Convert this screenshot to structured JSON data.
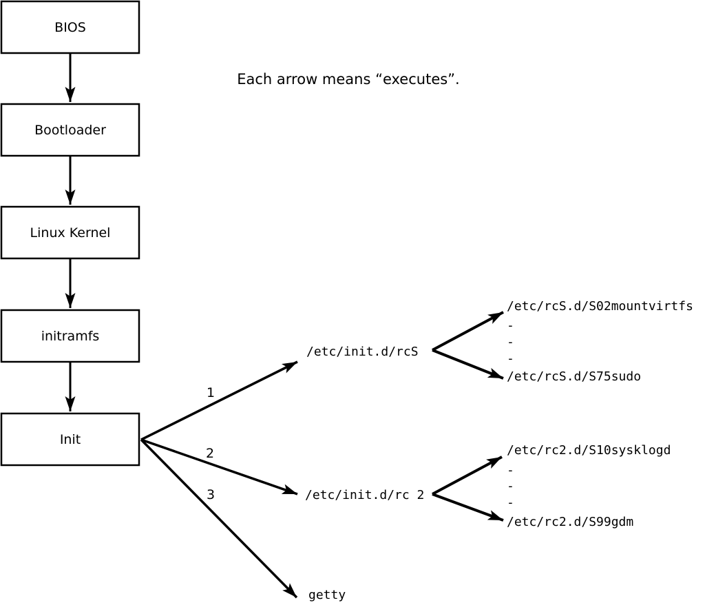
{
  "diagram": {
    "caption": "Each arrow means “executes”.",
    "arrow_meaning": "executes",
    "chain": [
      {
        "label": "BIOS"
      },
      {
        "label": "Bootloader"
      },
      {
        "label": "Linux Kernel"
      },
      {
        "label": "initramfs"
      },
      {
        "label": "Init"
      }
    ],
    "branches": [
      {
        "number": "1",
        "target": "/etc/init.d/rcS",
        "children": [
          "/etc/rcS.d/S02mountvirtfs",
          "-",
          "-",
          "-",
          "/etc/rcS.d/S75sudo"
        ]
      },
      {
        "number": "2",
        "target": "/etc/init.d/rc 2",
        "children": [
          "/etc/rc2.d/S10sysklogd",
          "-",
          "-",
          "-",
          "/etc/rc2.d/S99gdm"
        ]
      },
      {
        "number": "3",
        "target": "getty",
        "children": []
      }
    ],
    "colors": {
      "line": "#000000",
      "background": "#ffffff",
      "box_fill": "#ffffff"
    }
  }
}
